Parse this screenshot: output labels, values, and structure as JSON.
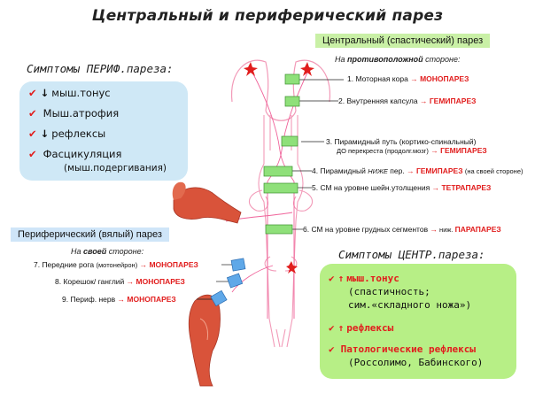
{
  "title": "Центральный и периферический парез",
  "central_header": "Центральный (спастический) парез",
  "central_note_prefix": "На ",
  "central_note_bold": "противоположной",
  "central_note_suffix": " стороне:",
  "levels": [
    {
      "label": "1. Моторная кора",
      "result": "МОНОПАРЕЗ"
    },
    {
      "label": "2. Внутренняя капсула",
      "result": "ГЕМИПАРЕЗ"
    },
    {
      "label": "3. Пирамидный путь (кортико-спинальный)",
      "sub": "ДО перекреста (продолг.мозг)",
      "result": "ГЕМИПАРЕЗ"
    },
    {
      "label": "4. Пирамидный ",
      "label_small": "НИЖЕ",
      "label_rest": " пер.",
      "result": "ГЕМИПАРЕЗ",
      "extra": "(на своей стороне)"
    },
    {
      "label": "5. СМ на уровне шейн.утолщения",
      "result": "ТЕТРАПАРЕЗ"
    },
    {
      "label": "6. СМ на уровне грудных сегментов",
      "mid": " ниж. ",
      "result": "ПАРАПАРЕЗ"
    }
  ],
  "perif_header": "Периферический (вялый) парез",
  "perif_note_prefix": "На ",
  "perif_note_bold": "своей",
  "perif_note_suffix": " стороне:",
  "perif_levels": [
    {
      "label": "7. Передние рога",
      "sub": "(мотонейрон)",
      "result": "МОНОПАРЕЗ"
    },
    {
      "label": "8. Корешок/ ганглий",
      "result": "МОНОПАРЕЗ"
    },
    {
      "label": "9. Периф. нерв",
      "result": "МОНОПАРЕЗ"
    }
  ],
  "perif_symptoms_title": "Симптомы ПЕРИФ.пареза:",
  "perif_symptoms": [
    {
      "arrow": "↓",
      "text": "мыш.тонус"
    },
    {
      "arrow": "",
      "text": "Мыш.атрофия"
    },
    {
      "arrow": "↓",
      "text": "рефлексы"
    },
    {
      "arrow": "",
      "text": "Фасцикуляция"
    }
  ],
  "perif_symptom_note": "(мыш.подергивания)",
  "central_symptoms_title": "Симптомы ЦЕНТР.пареза:",
  "central_symptoms": [
    {
      "arrow": "↑",
      "text": "мыш.тонус",
      "sub1": "(спастичность;",
      "sub2": "сим.«складного ножа»)"
    },
    {
      "arrow": "↑",
      "text": "рефлексы"
    },
    {
      "arrow": "",
      "text": "Патологические рефлексы",
      "sub1": "(Россолимо, Бабинского)"
    }
  ],
  "colors": {
    "red": "#e11d1d",
    "green_box": "#b7ef86",
    "blue_box": "#cfe8f6",
    "green_marker": "#8fe07a",
    "blue_marker": "#5fa8e8"
  }
}
